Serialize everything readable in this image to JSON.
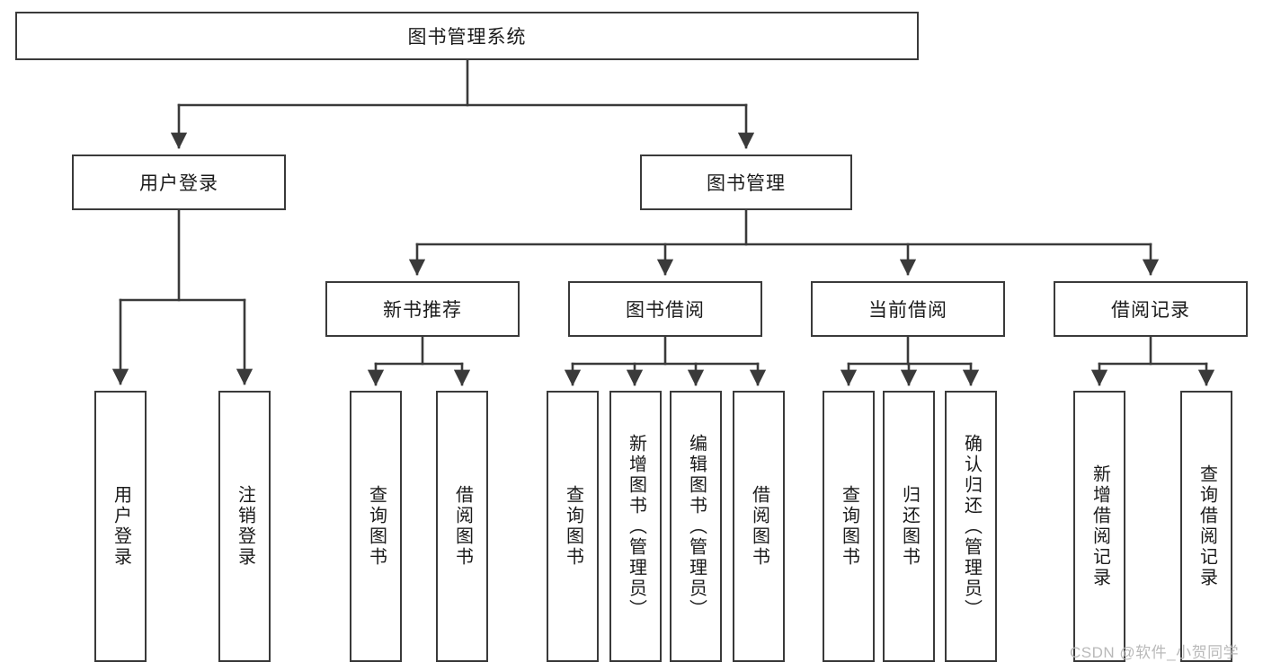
{
  "diagram": {
    "type": "tree",
    "title": "图书管理系统",
    "orientation": "top-down",
    "colors": {
      "box_stroke": "#3a3a3a",
      "box_fill": "#ffffff",
      "text": "#1b1b1b",
      "background": "#ffffff",
      "watermark": "#b9b9b9"
    },
    "root": {
      "label": "图书管理系统"
    },
    "level1": [
      {
        "label": "用户登录"
      },
      {
        "label": "图书管理"
      }
    ],
    "level2": [
      {
        "label": "新书推荐"
      },
      {
        "label": "图书借阅"
      },
      {
        "label": "当前借阅"
      },
      {
        "label": "借阅记录"
      }
    ],
    "leaves": {
      "user_login": [
        {
          "label": "用户登录"
        },
        {
          "label": "注销登录"
        }
      ],
      "new_book_recommend": [
        {
          "label": "查询图书"
        },
        {
          "label": "借阅图书"
        }
      ],
      "book_borrow": [
        {
          "label": "查询图书"
        },
        {
          "label": "新增图书（管理员）"
        },
        {
          "label": "编辑图书（管理员）"
        },
        {
          "label": "借阅图书"
        }
      ],
      "current_borrow": [
        {
          "label": "查询图书"
        },
        {
          "label": "归还图书"
        },
        {
          "label": "确认归还（管理员）"
        }
      ],
      "borrow_record": [
        {
          "label": "新增借阅记录"
        },
        {
          "label": "查询借阅记录"
        }
      ]
    }
  },
  "watermark": {
    "text": "CSDN @软件_小贺同学"
  }
}
